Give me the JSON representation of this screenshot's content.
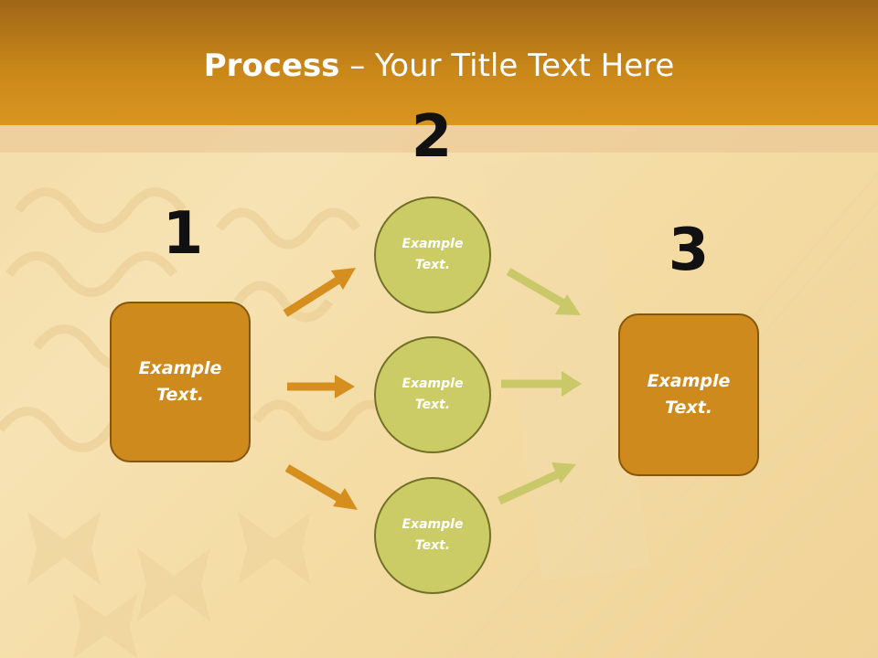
{
  "title": {
    "bold": "Process",
    "rest": " – Your Title Text Here"
  },
  "steps": {
    "n1": "1",
    "n2": "2",
    "n3": "3"
  },
  "nodes": {
    "left_box": {
      "line1": "Example",
      "line2": "Text."
    },
    "circle_top": {
      "line1": "Example",
      "line2": "Text."
    },
    "circle_mid": {
      "line1": "Example",
      "line2": "Text."
    },
    "circle_bottom": {
      "line1": "Example",
      "line2": "Text."
    },
    "right_box": {
      "line1": "Example",
      "line2": "Text."
    }
  },
  "colors": {
    "header": "#c98718",
    "box_fill": "#cf8a1d",
    "circle_fill": "#cccc66",
    "arrow_orange": "#d68f1f",
    "arrow_green": "#c9c96a"
  }
}
